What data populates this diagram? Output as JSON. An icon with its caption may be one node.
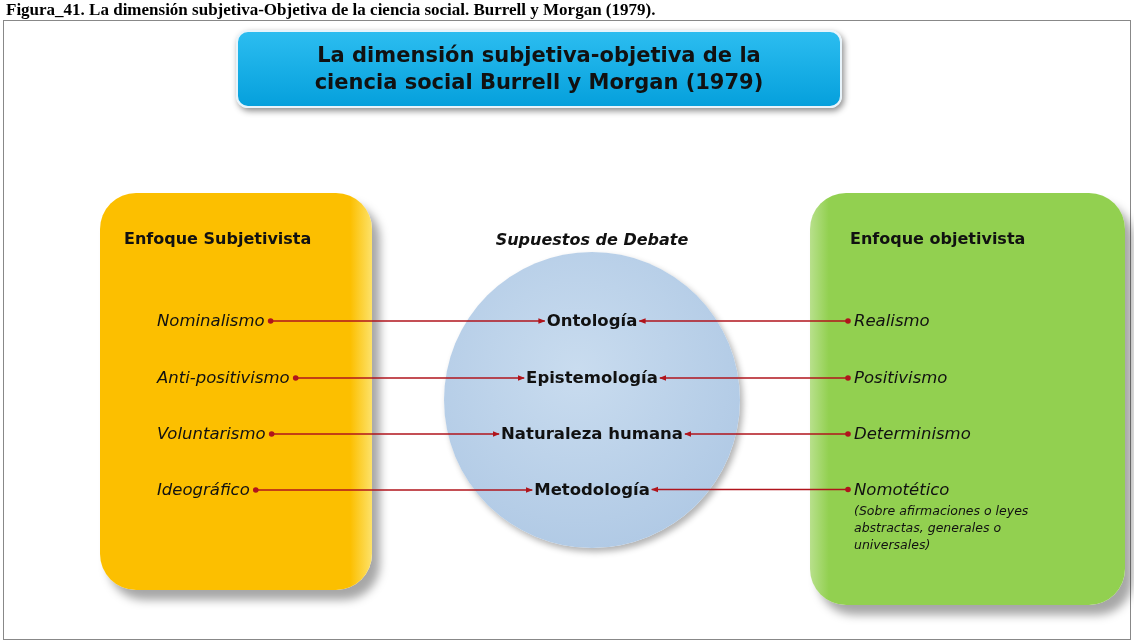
{
  "diagram": {
    "caption": "Figura_41. La dimensión subjetiva-Objetiva de la ciencia social. Burrell y Morgan (1979).",
    "nodes": [
      {
        "text": [
          "La dimensión subjetiva-objetiva de la ciencia social Burrell y Morgan (1979)"
        ]
      },
      {
        "text": [
          "Enfoque Subjetivista"
        ]
      },
      {
        "text": [
          "Supuestos de Debate"
        ]
      },
      {
        "text": [
          "Enfoque objetivista"
        ]
      },
      {
        "text": [
          "Nominalismo"
        ],
        "in": 1
      },
      {
        "text": [
          "Anti-positivismo"
        ],
        "in": 1
      },
      {
        "text": [
          "Voluntarismo"
        ],
        "in": 1
      },
      {
        "text": [
          "Ideográfico"
        ],
        "in": 1
      },
      {
        "text": [
          "Ontología"
        ],
        "in": 2
      },
      {
        "text": [
          "Epistemología"
        ],
        "in": 2
      },
      {
        "text": [
          "Naturaleza humana"
        ],
        "in": 2
      },
      {
        "text": [
          "Metodología"
        ],
        "in": 2
      },
      {
        "text": [
          "Realismo"
        ],
        "in": 3
      },
      {
        "text": [
          "Positivismo"
        ],
        "in": 3
      },
      {
        "text": [
          "Determinismo"
        ],
        "in": 3
      },
      {
        "text": [
          "Nomotético",
          "(Sobre afirmaciones o leyes abstractas, generales o universales)"
        ],
        "in": 3
      }
    ],
    "edges": [
      {
        "from": 4,
        "to": 8,
        "arrow": "to"
      },
      {
        "from": 5,
        "to": 9,
        "arrow": "to"
      },
      {
        "from": 6,
        "to": 10,
        "arrow": "to"
      },
      {
        "from": 7,
        "to": 11,
        "arrow": "to"
      },
      {
        "from": 12,
        "to": 8,
        "arrow": "to"
      },
      {
        "from": 13,
        "to": 9,
        "arrow": "to"
      },
      {
        "from": 14,
        "to": 10,
        "arrow": "to"
      },
      {
        "from": 15,
        "to": 11,
        "arrow": "to"
      }
    ]
  }
}
